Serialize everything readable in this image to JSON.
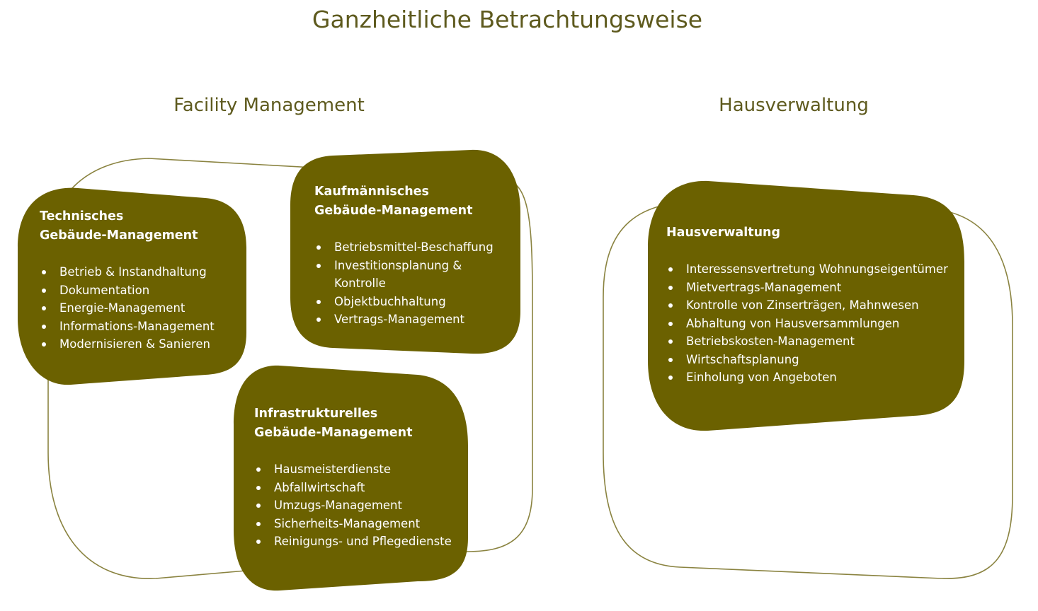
{
  "title": "Ganzheitliche Betrachtungsweise",
  "facility_management": {
    "title": "Facility Management",
    "technisch": {
      "title_lines": [
        "Technisches",
        "Gebäude-Management"
      ],
      "items": [
        "Betrieb & Instandhaltung",
        "Dokumentation",
        "Energie-Management",
        "Informations-Management",
        "Modernisieren & Sanieren"
      ]
    },
    "kaufmaennisch": {
      "title_lines": [
        "Kaufmännisches",
        "Gebäude-Management"
      ],
      "items": [
        "Betriebsmittel-Beschaffung",
        "Investitionsplanung &",
        "Kontrolle",
        "Objektbuchhaltung",
        "Vertrags-Management"
      ]
    },
    "infrastrukturell": {
      "title_lines": [
        "Infrastrukturelles",
        "Gebäude-Management"
      ],
      "items": [
        "Hausmeisterdienste",
        "Abfallwirtschaft",
        "Umzugs-Management",
        "Sicherheits-Management",
        "Reinigungs- und Pflegedienste"
      ]
    }
  },
  "hausverwaltung": {
    "title": "Hausverwaltung",
    "box": {
      "title": "Hausverwaltung",
      "items": [
        "Interessensvertretung Wohnungseigentümer",
        "Mietvertrags-Management",
        "Kontrolle von Zinserträgen, Mahnwesen",
        "Abhaltung von Hausversammlungen",
        "Betriebskosten-Management",
        "Wirtschaftsplanung",
        "Einholung von Angeboten"
      ]
    }
  },
  "colors": {
    "box_fill": "#6b6100",
    "outline": "#8a8340",
    "heading_text": "#5e5a1e",
    "box_text": "#ffffff"
  }
}
